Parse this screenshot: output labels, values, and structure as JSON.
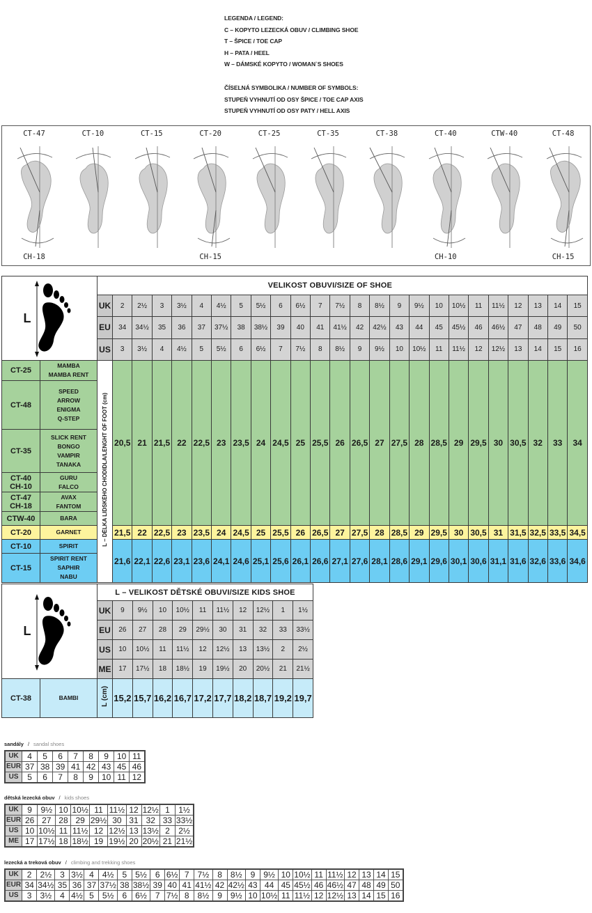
{
  "legend": {
    "lines": [
      "LEGENDA / LEGEND:",
      "C – KOPYTO LEZECKÁ OBUV / CLIMBING SHOE",
      "T – ŠPICE / TOE CAP",
      "H – PATA / HEEL",
      "W – DÁMSKÉ KOPYTO / WOMAN`S SHOES"
    ],
    "symbols": [
      "ČÍSELNÁ SYMBOLIKA / NUMBER OF SYMBOLS:",
      "STUPEŇ VYHNUTÍ OD OSY ŠPICE / TOE CAP AXIS",
      "STUPEŇ VYHNUTÍ OD OSY PATY / HELL AXIS"
    ]
  },
  "lasts": [
    {
      "top": "CT-47",
      "bottom": "CH-18"
    },
    {
      "top": "CT-10",
      "bottom": ""
    },
    {
      "top": "CT-15",
      "bottom": ""
    },
    {
      "top": "CT-20",
      "bottom": "CH-15"
    },
    {
      "top": "CT-25",
      "bottom": ""
    },
    {
      "top": "CT-35",
      "bottom": ""
    },
    {
      "top": "CT-38",
      "bottom": ""
    },
    {
      "top": "CT-40",
      "bottom": "CH-10"
    },
    {
      "top": "CTW-40",
      "bottom": ""
    },
    {
      "top": "CT-48",
      "bottom": "CH-15"
    }
  ],
  "main_table": {
    "foot_label": "L",
    "title": "VELIKOST OBUVI/SIZE OF SHOE",
    "vertical_label": "L – DÉLKA LIDSKÉHO CHODIDLA/LENGHT OF FOOT (cm)",
    "rows": {
      "uk": {
        "label": "UK",
        "values": [
          "2",
          "2½",
          "3",
          "3½",
          "4",
          "4½",
          "5",
          "5½",
          "6",
          "6½",
          "7",
          "7½",
          "8",
          "8½",
          "9",
          "9½",
          "10",
          "10½",
          "11",
          "11½",
          "12",
          "13",
          "14",
          "15"
        ]
      },
      "eu": {
        "label": "EU",
        "values": [
          "34",
          "34½",
          "35",
          "36",
          "37",
          "37½",
          "38",
          "38½",
          "39",
          "40",
          "41",
          "41½",
          "42",
          "42½",
          "43",
          "44",
          "45",
          "45½",
          "46",
          "46½",
          "47",
          "48",
          "49",
          "50"
        ]
      },
      "us": {
        "label": "US",
        "values": [
          "3",
          "3½",
          "4",
          "4½",
          "5",
          "5½",
          "6",
          "6½",
          "7",
          "7½",
          "8",
          "8½",
          "9",
          "9½",
          "10",
          "10½",
          "11",
          "11½",
          "12",
          "12½",
          "13",
          "14",
          "15",
          "16"
        ]
      }
    },
    "groups": {
      "green": {
        "models": [
          {
            "code": "CT-25",
            "names": "MAMBA\nMAMBA RENT"
          },
          {
            "code": "CT-48",
            "names": "SPEED\nARROW\nENIGMA\nQ-STEP"
          },
          {
            "code": "CT-35",
            "names": "SLICK RENT\nBONGO\nVAMPIR\nTANAKA"
          },
          {
            "code": "CT-40\nCH-10",
            "names": "GURU\nFALCO"
          },
          {
            "code": "CT-47\nCH-18",
            "names": "AVAX\nFANTOM"
          },
          {
            "code": "CTW-40",
            "names": "BARA"
          }
        ],
        "values": [
          "20,5",
          "21",
          "21,5",
          "22",
          "22,5",
          "23",
          "23,5",
          "24",
          "24,5",
          "25",
          "25,5",
          "26",
          "26,5",
          "27",
          "27,5",
          "28",
          "28,5",
          "29",
          "29,5",
          "30",
          "30,5",
          "32",
          "33",
          "34"
        ]
      },
      "yellow": {
        "models": [
          {
            "code": "CT-20",
            "names": "GARNET"
          }
        ],
        "values": [
          "21,5",
          "22",
          "22,5",
          "23",
          "23,5",
          "24",
          "24,5",
          "25",
          "25,5",
          "26",
          "26,5",
          "27",
          "27,5",
          "28",
          "28,5",
          "29",
          "29,5",
          "30",
          "30,5",
          "31",
          "31,5",
          "32,5",
          "33,5",
          "34,5"
        ]
      },
      "blue": {
        "models": [
          {
            "code": "CT-10",
            "names": "SPIRIT"
          },
          {
            "code": "CT-15",
            "names": "SPIRIT RENT\nSAPHIR\nNABU"
          }
        ],
        "values": [
          "21,6",
          "22,1",
          "22,6",
          "23,1",
          "23,6",
          "24,1",
          "24,6",
          "25,1",
          "25,6",
          "26,1",
          "26,6",
          "27,1",
          "27,6",
          "28,1",
          "28,6",
          "29,1",
          "29,6",
          "30,1",
          "30,6",
          "31,1",
          "31,6",
          "32,6",
          "33,6",
          "34,6"
        ]
      }
    }
  },
  "kids_table": {
    "foot_label": "L",
    "title": "L – VELIKOST DĚTSKÉ OBUVI/SIZE KIDS SHOE",
    "rows": {
      "uk": {
        "label": "UK",
        "values": [
          "9",
          "9½",
          "10",
          "10½",
          "11",
          "11½",
          "12",
          "12½",
          "1",
          "1½"
        ]
      },
      "eu": {
        "label": "EU",
        "values": [
          "26",
          "27",
          "28",
          "29",
          "29½",
          "30",
          "31",
          "32",
          "33",
          "33½"
        ]
      },
      "us": {
        "label": "US",
        "values": [
          "10",
          "10½",
          "11",
          "11½",
          "12",
          "12½",
          "13",
          "13½",
          "2",
          "2½"
        ]
      },
      "me": {
        "label": "ME",
        "values": [
          "17",
          "17½",
          "18",
          "18½",
          "19",
          "19½",
          "20",
          "20½",
          "21",
          "21½"
        ]
      }
    },
    "model": {
      "code": "CT-38",
      "name": "BAMBI"
    },
    "length_label": "L (cm)",
    "values": [
      "15,2",
      "15,7",
      "16,2",
      "16,7",
      "17,2",
      "17,7",
      "18,2",
      "18,7",
      "19,2",
      "19,7"
    ]
  },
  "sandals": {
    "caption_cz": "sandály",
    "caption_en": "sandal shoes",
    "rows": [
      {
        "label": "UK",
        "values": [
          "4",
          "5",
          "6",
          "7",
          "8",
          "9",
          "10",
          "11"
        ]
      },
      {
        "label": "EUR",
        "values": [
          "37",
          "38",
          "39",
          "41",
          "42",
          "43",
          "45",
          "46"
        ]
      },
      {
        "label": "US",
        "values": [
          "5",
          "6",
          "7",
          "8",
          "9",
          "10",
          "11",
          "12"
        ]
      }
    ]
  },
  "kids_shoes": {
    "caption_cz": "dětská lezecká obuv",
    "caption_en": "kids shoes",
    "rows": [
      {
        "label": "UK",
        "values": [
          "9",
          "9½",
          "10",
          "10½",
          "11",
          "11½",
          "12",
          "12½",
          "1",
          "1½"
        ]
      },
      {
        "label": "EUR",
        "values": [
          "26",
          "27",
          "28",
          "29",
          "29½",
          "30",
          "31",
          "32",
          "33",
          "33½"
        ]
      },
      {
        "label": "US",
        "values": [
          "10",
          "10½",
          "11",
          "11½",
          "12",
          "12½",
          "13",
          "13½",
          "2",
          "2½"
        ]
      },
      {
        "label": "ME",
        "values": [
          "17",
          "17½",
          "18",
          "18½",
          "19",
          "19½",
          "20",
          "20½",
          "21",
          "21½"
        ]
      }
    ]
  },
  "trekking": {
    "caption_cz": "lezecká a treková obuv",
    "caption_en": "climbing and trekking shoes",
    "rows": [
      {
        "label": "UK",
        "values": [
          "2",
          "2½",
          "3",
          "3½",
          "4",
          "4½",
          "5",
          "5½",
          "6",
          "6½",
          "7",
          "7½",
          "8",
          "8½",
          "9",
          "9½",
          "10",
          "10½",
          "11",
          "11½",
          "12",
          "13",
          "14",
          "15"
        ]
      },
      {
        "label": "EUR",
        "values": [
          "34",
          "34½",
          "35",
          "36",
          "37",
          "37½",
          "38",
          "38½",
          "39",
          "40",
          "41",
          "41½",
          "42",
          "42½",
          "43",
          "44",
          "45",
          "45½",
          "46",
          "46½",
          "47",
          "48",
          "49",
          "50"
        ]
      },
      {
        "label": "US",
        "values": [
          "3",
          "3½",
          "4",
          "4½",
          "5",
          "5½",
          "6",
          "6½",
          "7",
          "7½",
          "8",
          "8½",
          "9",
          "9½",
          "10",
          "10½",
          "11",
          "11½",
          "12",
          "12½",
          "13",
          "14",
          "15",
          "16"
        ]
      }
    ]
  },
  "colors": {
    "green": "#a6d29c",
    "yellow": "#fdf49d",
    "blue": "#6dcdf3",
    "light_blue": "#c6ebf9",
    "header_gray": "#d4d4d4"
  }
}
